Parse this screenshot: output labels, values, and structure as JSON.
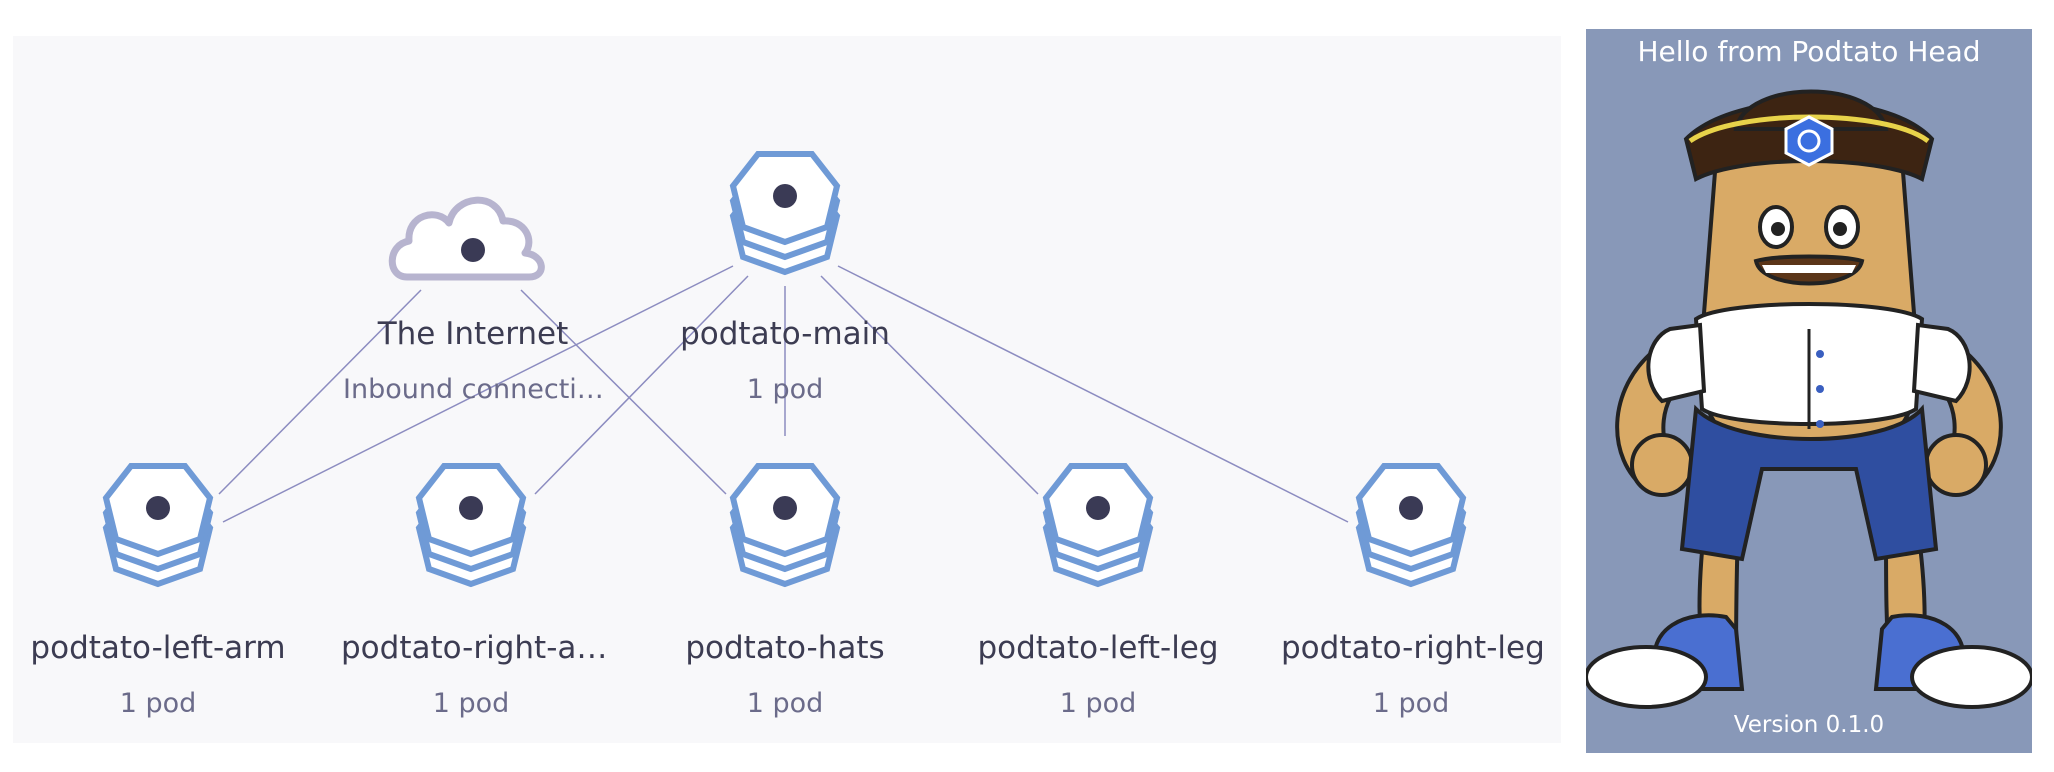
{
  "graph": {
    "internet": {
      "name": "The Internet",
      "sub": "Inbound connecti…"
    },
    "nodes": [
      {
        "id": "main",
        "name": "podtato-main",
        "sub": "1 pod"
      },
      {
        "id": "left-arm",
        "name": "podtato-left-arm",
        "sub": "1 pod"
      },
      {
        "id": "right-arm",
        "name": "podtato-right-a…",
        "sub": "1 pod"
      },
      {
        "id": "hats",
        "name": "podtato-hats",
        "sub": "1 pod"
      },
      {
        "id": "left-leg",
        "name": "podtato-left-leg",
        "sub": "1 pod"
      },
      {
        "id": "right-leg",
        "name": "podtato-right-leg",
        "sub": "1 pod"
      }
    ]
  },
  "app": {
    "title": "Hello from Podtato Head",
    "version": "Version 0.1.0"
  },
  "colors": {
    "node_stroke": "#6f9ad6",
    "cloud_stroke": "#b7b4cf",
    "edge": "#8c8cc0",
    "app_bg": "#8898b8"
  }
}
